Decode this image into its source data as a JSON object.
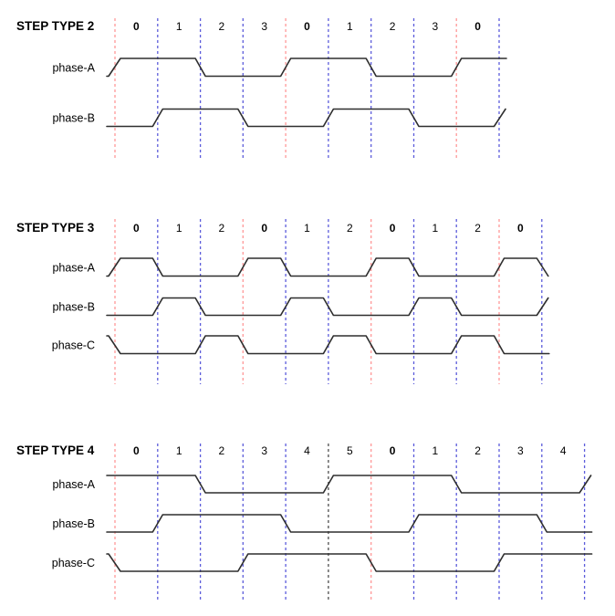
{
  "diagram": {
    "kind": "stepper-motor-phase-timing-diagram",
    "colors": {
      "background": "#ffffff",
      "wave": "#2e2e2e",
      "text": "#000000",
      "red": "#ff9898",
      "blue": "#5c5cdb",
      "black": "#4f4f4f"
    },
    "sections": [
      {
        "title": "STEP TYPE 2",
        "steps": [
          {
            "label": "0",
            "bold": true,
            "line": "red"
          },
          {
            "label": "1",
            "bold": false,
            "line": "blue"
          },
          {
            "label": "2",
            "bold": false,
            "line": "blue"
          },
          {
            "label": "3",
            "bold": false,
            "line": "blue"
          },
          {
            "label": "0",
            "bold": true,
            "line": "red"
          },
          {
            "label": "1",
            "bold": false,
            "line": "blue"
          },
          {
            "label": "2",
            "bold": false,
            "line": "blue"
          },
          {
            "label": "3",
            "bold": false,
            "line": "blue"
          },
          {
            "label": "0",
            "bold": true,
            "line": "red"
          }
        ],
        "end_line": "blue",
        "phases": [
          {
            "name": "phase-A",
            "levels": [
              1,
              1,
              0,
              0,
              1,
              1,
              0,
              0,
              1
            ],
            "left": "rise",
            "right": "flat"
          },
          {
            "name": "phase-B",
            "levels": [
              0,
              1,
              1,
              0,
              0,
              1,
              1,
              0,
              0
            ],
            "left": "flat",
            "right": "rise"
          }
        ]
      },
      {
        "title": "STEP TYPE 3",
        "steps": [
          {
            "label": "0",
            "bold": true,
            "line": "red"
          },
          {
            "label": "1",
            "bold": false,
            "line": "blue"
          },
          {
            "label": "2",
            "bold": false,
            "line": "blue"
          },
          {
            "label": "0",
            "bold": true,
            "line": "red"
          },
          {
            "label": "1",
            "bold": false,
            "line": "blue"
          },
          {
            "label": "2",
            "bold": false,
            "line": "blue"
          },
          {
            "label": "0",
            "bold": true,
            "line": "red"
          },
          {
            "label": "1",
            "bold": false,
            "line": "blue"
          },
          {
            "label": "2",
            "bold": false,
            "line": "blue"
          },
          {
            "label": "0",
            "bold": true,
            "line": "red"
          }
        ],
        "end_line": "blue",
        "phases": [
          {
            "name": "phase-A",
            "levels": [
              1,
              0,
              0,
              1,
              0,
              0,
              1,
              0,
              0,
              1
            ],
            "left": "rise",
            "right": "fall"
          },
          {
            "name": "phase-B",
            "levels": [
              0,
              1,
              0,
              0,
              1,
              0,
              0,
              1,
              0,
              0
            ],
            "left": "flat",
            "right": "rise"
          },
          {
            "name": "phase-C",
            "levels": [
              0,
              0,
              1,
              0,
              0,
              1,
              0,
              0,
              1,
              0
            ],
            "left": "fall",
            "right": "flat"
          }
        ]
      },
      {
        "title": "STEP TYPE 4",
        "steps": [
          {
            "label": "0",
            "bold": true,
            "line": "red"
          },
          {
            "label": "1",
            "bold": false,
            "line": "blue"
          },
          {
            "label": "2",
            "bold": false,
            "line": "blue"
          },
          {
            "label": "3",
            "bold": false,
            "line": "blue"
          },
          {
            "label": "4",
            "bold": false,
            "line": "blue"
          },
          {
            "label": "5",
            "bold": false,
            "line": "black"
          },
          {
            "label": "0",
            "bold": true,
            "line": "red"
          },
          {
            "label": "1",
            "bold": false,
            "line": "blue"
          },
          {
            "label": "2",
            "bold": false,
            "line": "blue"
          },
          {
            "label": "3",
            "bold": false,
            "line": "blue"
          },
          {
            "label": "4",
            "bold": false,
            "line": "blue"
          }
        ],
        "end_line": "blue",
        "phases": [
          {
            "name": "phase-A",
            "levels": [
              1,
              1,
              0,
              0,
              0,
              1,
              1,
              1,
              0,
              0,
              0
            ],
            "left": "flat",
            "right": "rise"
          },
          {
            "name": "phase-B",
            "levels": [
              0,
              1,
              1,
              1,
              0,
              0,
              0,
              1,
              1,
              1,
              0
            ],
            "left": "flat",
            "right": "flat"
          },
          {
            "name": "phase-C",
            "levels": [
              0,
              0,
              0,
              1,
              1,
              1,
              0,
              0,
              0,
              1,
              1
            ],
            "left": "fall",
            "right": "flat"
          }
        ]
      }
    ]
  }
}
